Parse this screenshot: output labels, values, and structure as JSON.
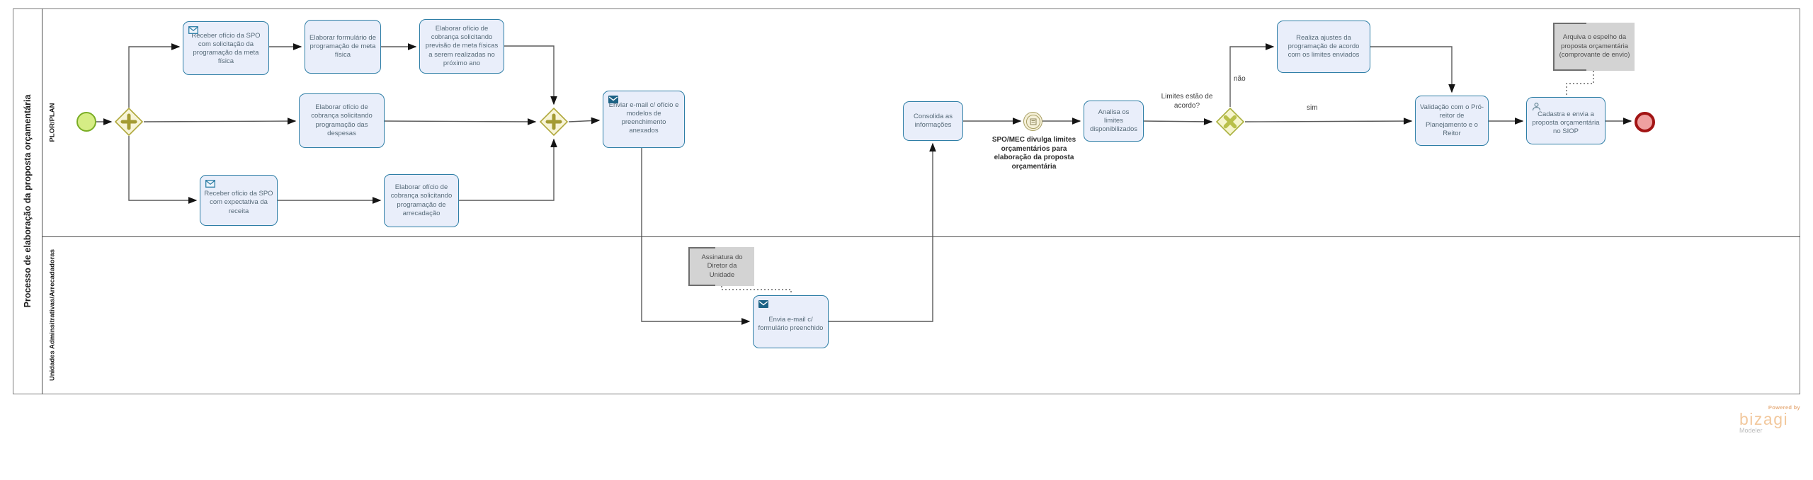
{
  "pool": {
    "title": "Processo  de elaboração da proposta orçamentária",
    "lanes": [
      {
        "label": "PLOR/PLAN"
      },
      {
        "label": "Unidades Adminsitrativas/Arrecadadoras"
      }
    ]
  },
  "tasks": {
    "receber_meta": {
      "label": "Receber ofício da SPO com solicitação da programação da meta física",
      "icon": "receive-envelope"
    },
    "formulario_meta": {
      "label": "Elaborar formulário de programação de meta física"
    },
    "oficio_previsao": {
      "label": "Elaborar ofício de cobrança solicitando previsão de meta físicas a serem realizadas no próximo ano"
    },
    "oficio_despesas": {
      "label": "Elaborar ofício de cobrança solicitando programação das despesas"
    },
    "receber_receita": {
      "label": "Receber ofício da SPO com expectativa da receita",
      "icon": "receive-envelope"
    },
    "oficio_arrecadacao": {
      "label": "Elaborar ofício de cobrança solicitando programação de arrecadação"
    },
    "enviar_email_oficio": {
      "label": "Enviar e-mail c/ ofício e modelos de preenchimento anexados",
      "icon": "send-envelope"
    },
    "envia_email_form": {
      "label": "Envia e-mail c/ formulário preenchido",
      "icon": "send-envelope"
    },
    "consolida": {
      "label": "Consolida as informações"
    },
    "analisa_limites": {
      "label": "Analisa os limites disponibilizados"
    },
    "realiza_ajustes": {
      "label": "Realiza ajustes da programação de acordo com os limites enviados"
    },
    "validacao": {
      "label": "Validação com o Pró-reitor de Planejamento e o Reitor"
    },
    "cadastra_siop": {
      "label": "Cadastra e envia a proposta orçamentária no SIOP",
      "icon": "user"
    }
  },
  "events": {
    "intermediate_label": "SPO/MEC divulga limites orçamentários para elaboração da proposta orçamentária"
  },
  "annotations": {
    "assinatura": {
      "label": "Assinatura do Diretor da Unidade"
    },
    "arquiva": {
      "label": "Arquiva o espelho da proposta orçamentária (comprovante de envio)"
    }
  },
  "flow_labels": {
    "question": "Limites estão de acordo?",
    "no": "não",
    "yes": "sim"
  },
  "branding": {
    "powered_by": "Powered by",
    "brand": "bizagi",
    "product": "Modeler"
  },
  "colors": {
    "task_fill": "#e9eefa",
    "task_border": "#2e7ea6",
    "start_fill": "#d6ed85",
    "start_border": "#7aad25",
    "end_fill": "#efa0a0",
    "end_border": "#a21414",
    "gateway_fill": "#f8f5d8",
    "gateway_border": "#b0a83c",
    "parallel_symbol": "#a49b33",
    "exclusive_symbol": "#b9c04a",
    "annotation_fill": "#d3d3d3",
    "line": "#5a5a5a",
    "bizagi_orange": "#f2c89d"
  }
}
